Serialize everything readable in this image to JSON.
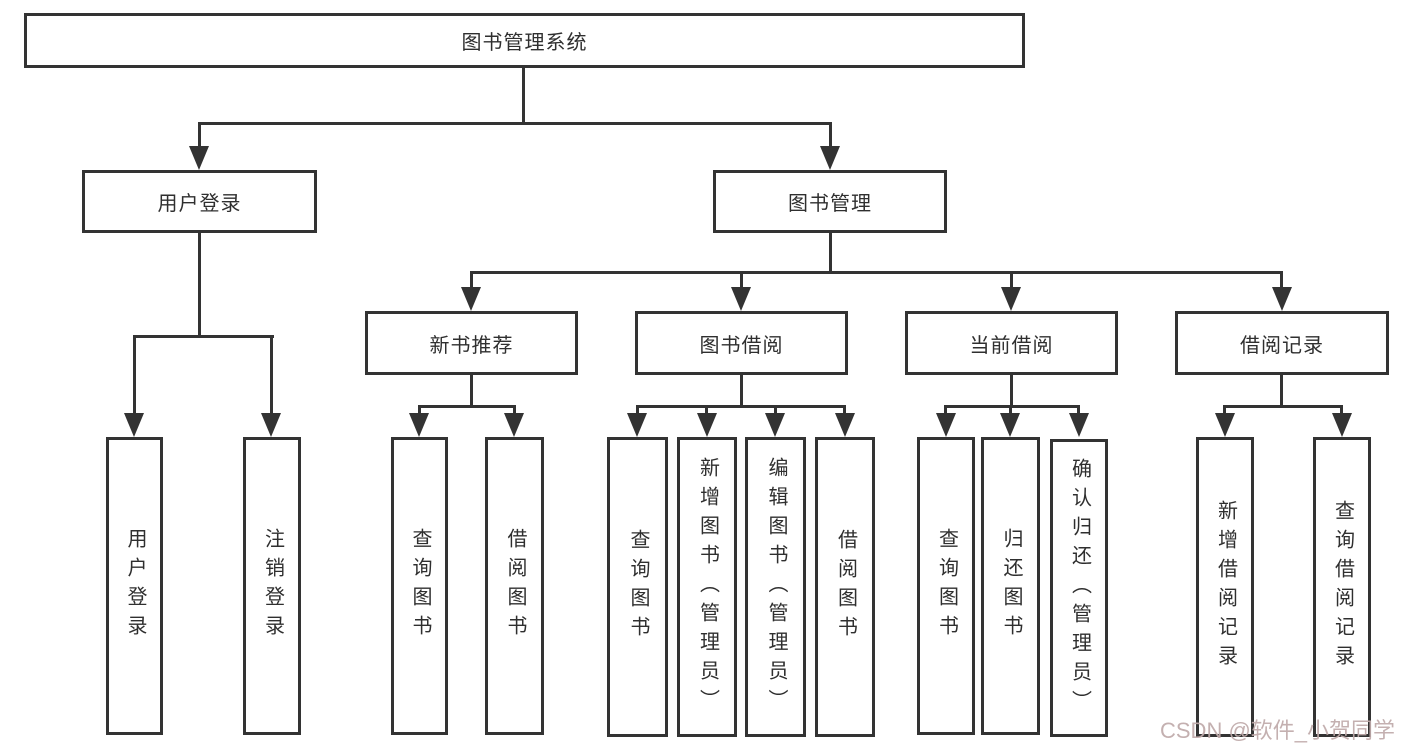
{
  "diagram": {
    "root": {
      "label": "图书管理系统"
    },
    "branches": {
      "user_login": {
        "label": "用户登录",
        "children": [
          {
            "label": "用户登录"
          },
          {
            "label": "注销登录"
          }
        ]
      },
      "book_mgmt": {
        "label": "图书管理",
        "children": [
          {
            "label": "新书推荐",
            "children": [
              {
                "label": "查询图书"
              },
              {
                "label": "借阅图书"
              }
            ]
          },
          {
            "label": "图书借阅",
            "children": [
              {
                "label": "查询图书"
              },
              {
                "label": "新增图书（管理员）"
              },
              {
                "label": "编辑图书（管理员）"
              },
              {
                "label": "借阅图书"
              }
            ]
          },
          {
            "label": "当前借阅",
            "children": [
              {
                "label": "查询图书"
              },
              {
                "label": "归还图书"
              },
              {
                "label": "确认归还（管理员）"
              }
            ]
          },
          {
            "label": "借阅记录",
            "children": [
              {
                "label": "新增借阅记录"
              },
              {
                "label": "查询借阅记录"
              }
            ]
          }
        ]
      }
    }
  },
  "watermark": {
    "text": "CSDN @软件_小贺同学"
  },
  "colors": {
    "line": "#333333",
    "box_border": "#333333",
    "box_background": "#ffffff",
    "text": "#2f2f2f",
    "watermark": "#bfaaaa",
    "background": "#ffffff"
  }
}
